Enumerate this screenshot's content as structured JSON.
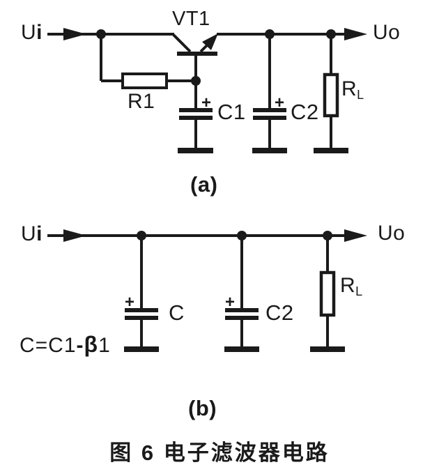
{
  "colors": {
    "line": "#1a1a1a",
    "background": "#ffffff"
  },
  "caption": "图 6 电子滤波器电路",
  "circuit_a": {
    "sub_label": "(a)",
    "input_u": "U",
    "input_i": "i",
    "output_u": "U",
    "output_o": "o",
    "transistor": "VT1",
    "r1": "R1",
    "c1": "C1",
    "c2": "C2",
    "rl_base": "R",
    "rl_sub": "L",
    "c1_plus": "+",
    "c2_plus": "+"
  },
  "circuit_b": {
    "sub_label": "(b)",
    "input_u": "U",
    "input_i": "i",
    "output_u": "U",
    "output_o": "o",
    "c": "C",
    "c2": "C2",
    "rl_base": "R",
    "rl_sub": "L",
    "c_plus": "+",
    "c2_plus": "+",
    "formula_lhs": "C=C1",
    "formula_op": "-",
    "formula_beta": "β",
    "formula_rhs": "1"
  }
}
